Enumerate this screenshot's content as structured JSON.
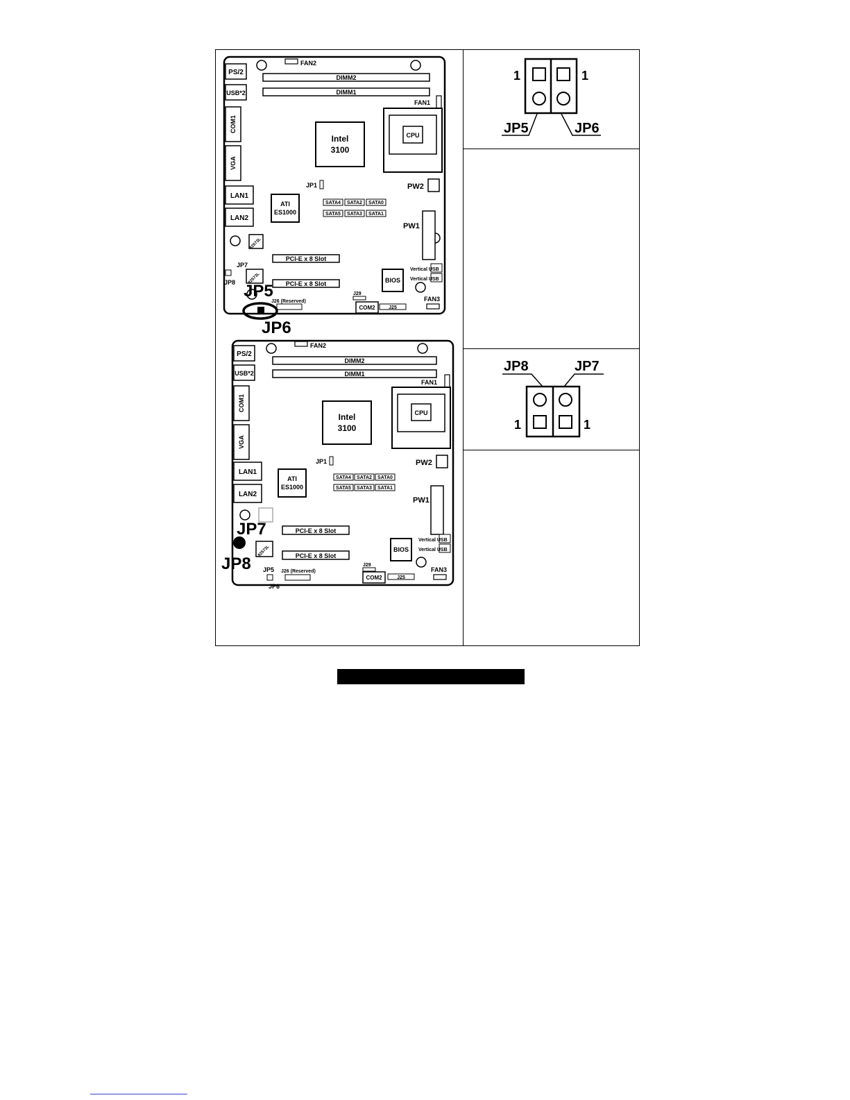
{
  "board": {
    "ps2": "PS/2",
    "usb": "USB*2",
    "com1": "COM1",
    "vga": "VGA",
    "lan1": "LAN1",
    "lan2": "LAN2",
    "fan1": "FAN1",
    "fan2": "FAN2",
    "fan3": "FAN3",
    "dimm2": "DIMM2",
    "dimm1": "DIMM1",
    "cpu": "CPU",
    "chipset_line1": "Intel",
    "chipset_line2": "3100",
    "video_line1": "ATI",
    "video_line2": "ES1000",
    "jp1": "JP1",
    "pw1": "PW1",
    "pw2": "PW2",
    "sata4": "SATA4",
    "sata2": "SATA2",
    "sata0": "SATA0",
    "sata5": "SATA5",
    "sata3": "SATA3",
    "sata1": "SATA1",
    "lan_chip": "82573L",
    "pcie": "PCI-E x 8 Slot",
    "vertical_usb": "Vertical USB",
    "bios": "BIOS",
    "j29": "J29",
    "j26": "J26 (Reserved)",
    "com2": "COM2",
    "j25": "J25",
    "jp5": "JP5",
    "jp6": "JP6",
    "jp7": "JP7",
    "jp8": "JP8"
  },
  "pin_detail": {
    "pin_one": "1",
    "jp5": "JP5",
    "jp6": "JP6",
    "jp7": "JP7",
    "jp8": "JP8"
  }
}
